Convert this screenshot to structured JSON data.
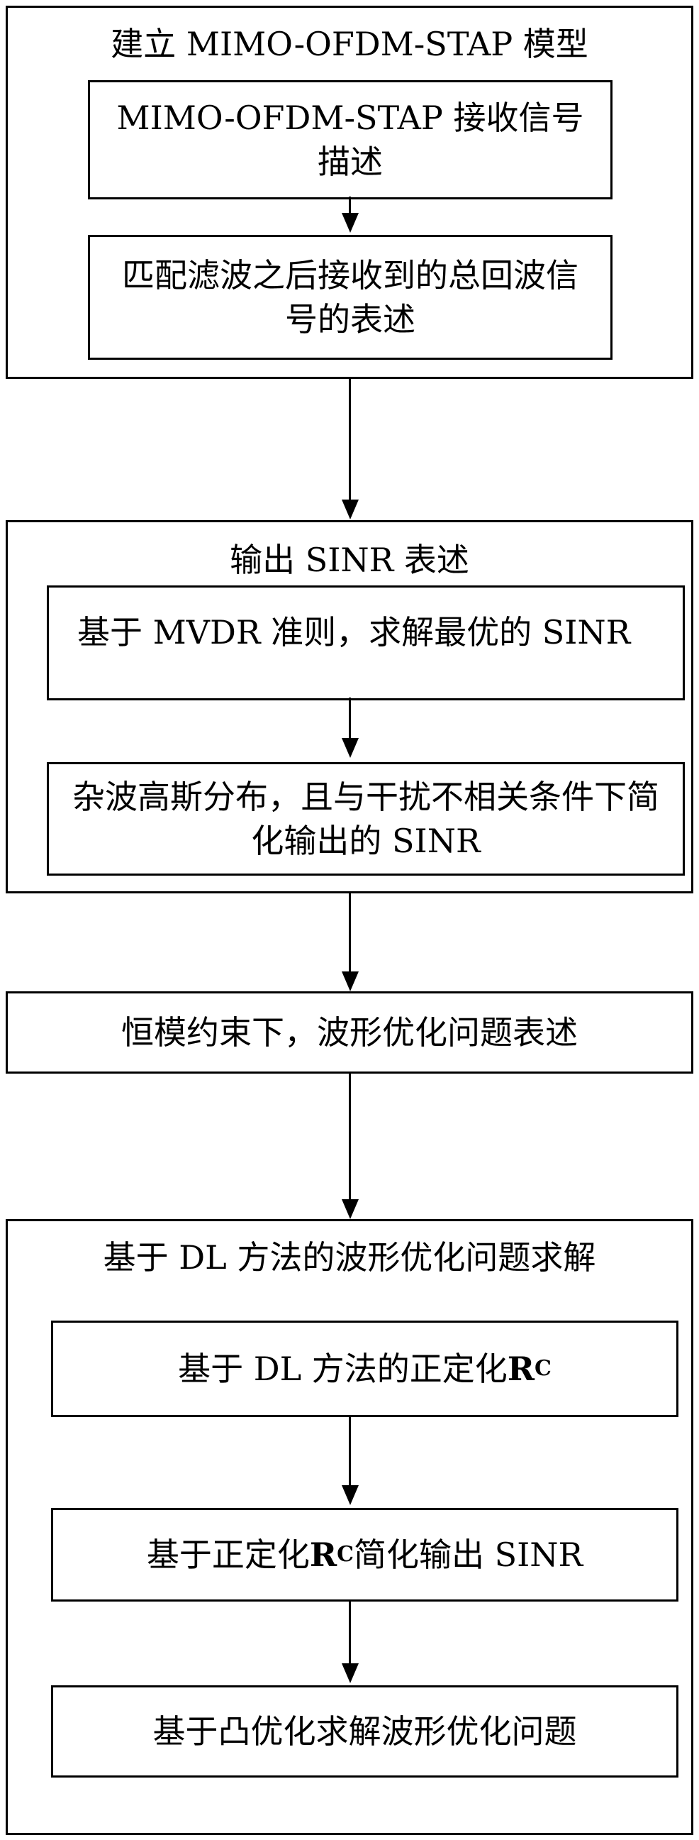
{
  "section1": {
    "title": "建立 MIMO-OFDM-STAP 模型",
    "step1": "MIMO-OFDM-STAP 接收信号描述",
    "step2": "匹配滤波之后接收到的总回波信号的表述"
  },
  "section2": {
    "title": "输出 SINR 表述",
    "step1": "基于 MVDR 准则，求解最优的 SINR",
    "step2": "杂波高斯分布，且与干扰不相关条件下简化输出的 SINR"
  },
  "section3": {
    "title": "恒模约束下，波形优化问题表述"
  },
  "section4": {
    "title": "基于 DL 方法的波形优化问题求解",
    "step1_prefix": "基于 DL 方法的正定化 ",
    "step2_prefix": "基于正定化 ",
    "step2_suffix": " 简化输出 SINR",
    "matrix_symbol": "R",
    "matrix_subscript": "C",
    "step3": "基于凸优化求解波形优化问题"
  }
}
